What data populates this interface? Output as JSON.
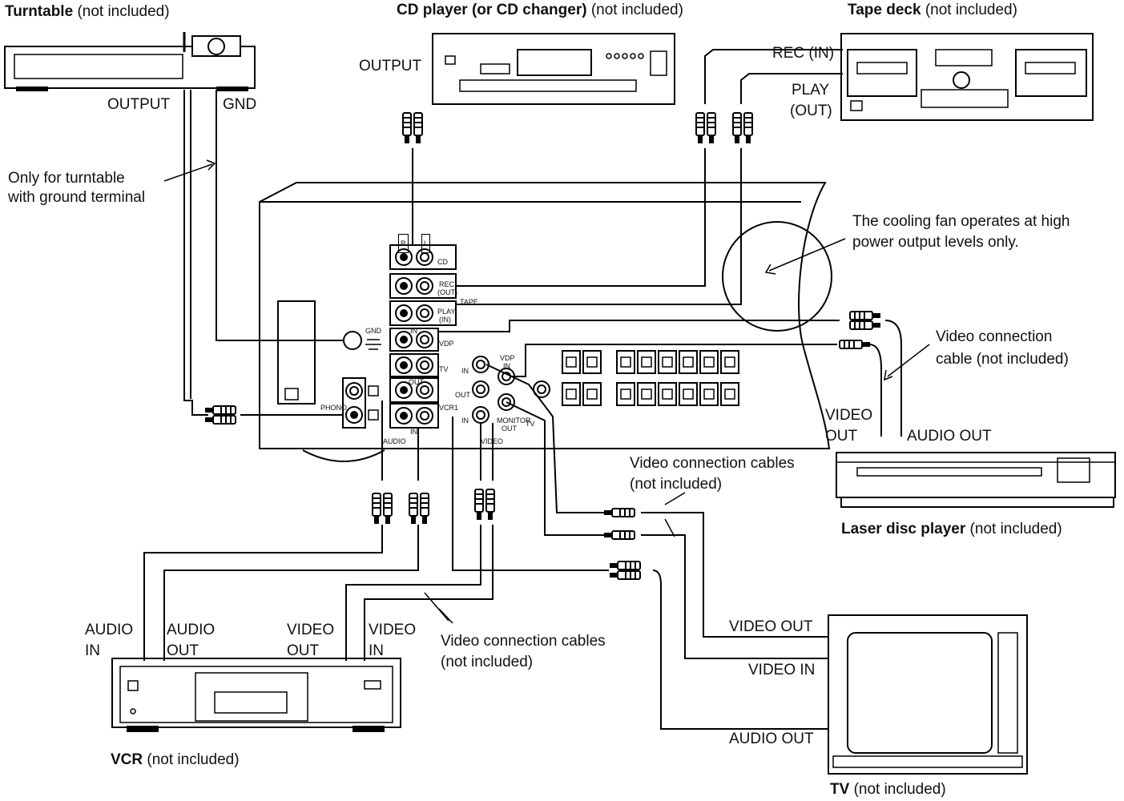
{
  "devices": {
    "turntable": {
      "name": "Turntable",
      "note": "(not included)"
    },
    "cd_player": {
      "name": "CD player (or CD changer)",
      "note": "(not included)"
    },
    "tape_deck": {
      "name": "Tape deck",
      "note": "(not included)"
    },
    "laser_disc": {
      "name": "Laser disc player",
      "note": "(not included)"
    },
    "vcr": {
      "name": "VCR",
      "note": "(not included)"
    },
    "tv": {
      "name": "TV",
      "note": "(not included)"
    }
  },
  "turntable_ports": {
    "output": "OUTPUT",
    "gnd": "GND"
  },
  "cd_ports": {
    "output": "OUTPUT"
  },
  "tape_ports": {
    "rec_in": "REC (IN)",
    "play_out_1": "PLAY",
    "play_out_2": "(OUT)"
  },
  "ld_ports": {
    "video_out_1": "VIDEO",
    "video_out_2": "OUT",
    "audio_out": "AUDIO OUT"
  },
  "vcr_ports": {
    "audio_in_1": "AUDIO",
    "audio_in_2": "IN",
    "audio_out_1": "AUDIO",
    "audio_out_2": "OUT",
    "video_out_1": "VIDEO",
    "video_out_2": "OUT",
    "video_in_1": "VIDEO",
    "video_in_2": "IN"
  },
  "tv_ports": {
    "video_out": "VIDEO OUT",
    "video_in": "VIDEO IN",
    "audio_out": "AUDIO OUT"
  },
  "notes": {
    "ground_1": "Only for turntable",
    "ground_2": "with ground terminal",
    "fan_1": "The cooling fan operates at high",
    "fan_2": "power output levels only.",
    "video_cable_ld_1": "Video connection",
    "video_cable_ld_2": "cable (not included)",
    "video_cables_tv_1": "Video connection cables",
    "video_cables_tv_2": "(not included)",
    "video_cables_vcr_1": "Video connection cables",
    "video_cables_vcr_2": "(not included)"
  },
  "panel": {
    "r": "R",
    "l": "L",
    "cd": "CD",
    "rec_1": "REC",
    "rec_2": "(OUT)",
    "tape": "TAPE",
    "play_1": "PLAY",
    "play_2": "(IN)",
    "in": "IN",
    "vdp": "VDP",
    "tv": "TV",
    "out": "OUT",
    "vcr1": "VCR1",
    "in2": "IN",
    "phono": "PHONO",
    "audio": "AUDIO",
    "gnd": "GND",
    "v_in": "IN",
    "v_out": "OUT",
    "v_in2": "IN",
    "video": "VIDEO",
    "vdp_in_1": "VDP",
    "vdp_in_2": "IN",
    "monitor_1": "MONITOR",
    "monitor_2": "OUT",
    "tv2": "TV"
  }
}
